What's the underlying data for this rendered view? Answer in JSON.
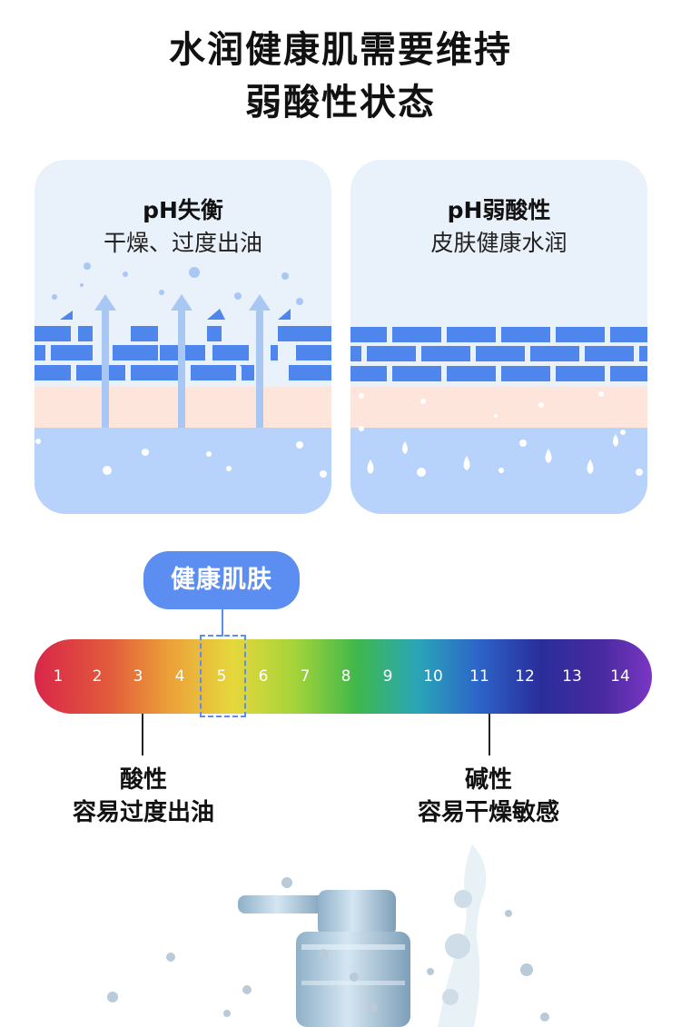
{
  "title": {
    "line1": "水润健康肌需要维持",
    "line2": "弱酸性状态"
  },
  "cards": {
    "left": {
      "title": "pH失衡",
      "subtitle": "干燥、过度出油"
    },
    "right": {
      "title": "pH弱酸性",
      "subtitle": "皮肤健康水润"
    }
  },
  "badge": {
    "label": "健康肌肤"
  },
  "scale": {
    "ticks": [
      "1",
      "2",
      "3",
      "4",
      "5",
      "6",
      "7",
      "8",
      "9",
      "10",
      "11",
      "12",
      "13",
      "14"
    ],
    "highlight": "5"
  },
  "acid": {
    "name": "酸性",
    "desc": "容易过度出油"
  },
  "alkali": {
    "name": "碱性",
    "desc": "容易干燥敏感"
  },
  "colors": {
    "accent": "#5b8ef0",
    "brick": "#4f86ee",
    "cardBg": "#e9f1fb",
    "skin": "#fde5dc",
    "water": "#b7d3fb"
  }
}
